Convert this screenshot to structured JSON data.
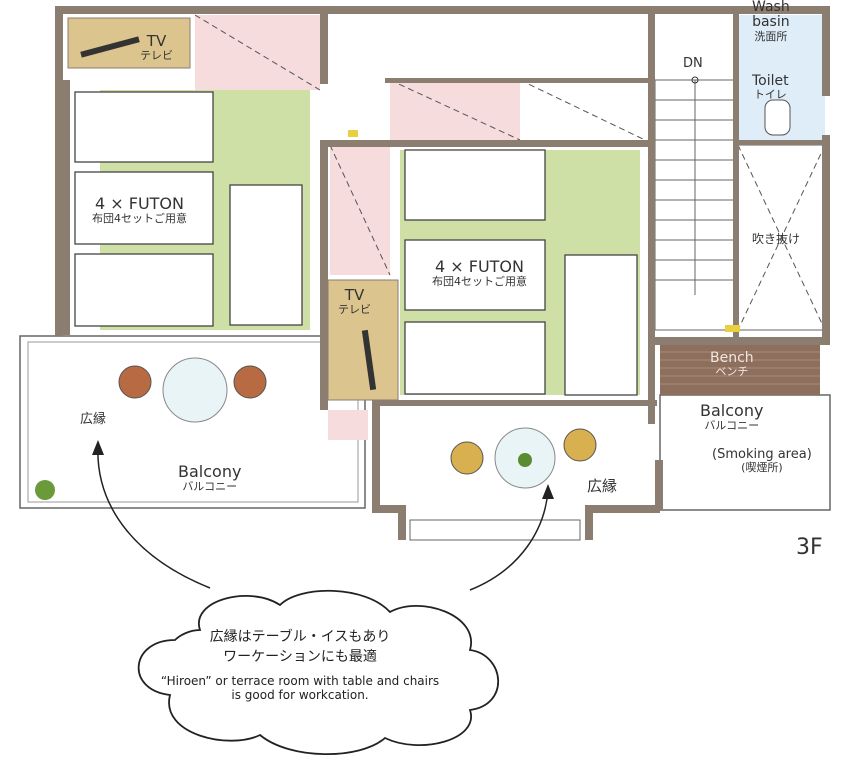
{
  "floor": "3F",
  "rooms": {
    "tv_top": {
      "en": "TV",
      "ja": "テレビ"
    },
    "tv_mid": {
      "en": "TV",
      "ja": "テレビ"
    },
    "futon_left": {
      "en": "4 × FUTON",
      "ja": "布団4セットご用意"
    },
    "futon_right": {
      "en": "4 × FUTON",
      "ja": "布団4セットご用意"
    },
    "wash": {
      "en1": "Wash",
      "en2": "basin",
      "ja": "洗面所"
    },
    "toilet": {
      "en": "Toilet",
      "ja": "トイレ"
    },
    "stairs": {
      "label": "DN"
    },
    "void": {
      "ja": "吹き抜け"
    },
    "bench": {
      "en": "Bench",
      "ja": "ベンチ"
    },
    "balcony_right": {
      "en": "Balcony",
      "ja": "バルコニー",
      "sub_en": "(Smoking area)",
      "sub_ja": "(喫煙所)"
    },
    "balcony_left": {
      "en": "Balcony",
      "ja": "バルコニー"
    },
    "hiroen_left": {
      "ja": "広縁"
    },
    "hiroen_right": {
      "ja": "広縁"
    }
  },
  "callout": {
    "ja1": "広縁はテーブル・イスもあり",
    "ja2": "ワーケーションにも最適",
    "en1": "“Hiroen” or terrace room with table and chairs",
    "en2": "is good for workcation."
  },
  "colors": {
    "wall": "#8b7d70",
    "tatami": "#cfe0a6",
    "pink": "#f6dcdc",
    "wood": "#dcc48e",
    "water": "#deedf8",
    "bench": "#8e6e5c"
  }
}
